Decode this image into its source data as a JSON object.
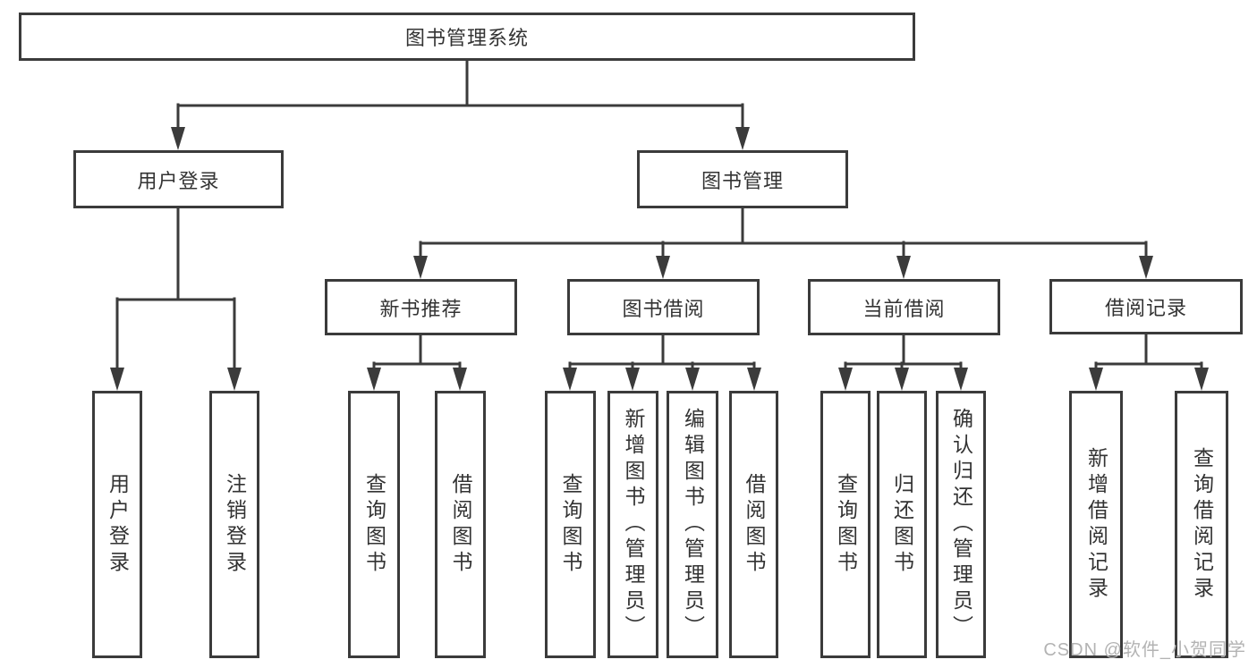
{
  "tree": {
    "label": "图书管理系统",
    "children": [
      {
        "label": "用户登录",
        "children": [
          {
            "label": "用户登录"
          },
          {
            "label": "注销登录"
          }
        ]
      },
      {
        "label": "图书管理",
        "children": [
          {
            "label": "新书推荐",
            "children": [
              {
                "label": "查询图书"
              },
              {
                "label": "借阅图书"
              }
            ]
          },
          {
            "label": "图书借阅",
            "children": [
              {
                "label": "查询图书"
              },
              {
                "label": "新增图书（管理员）"
              },
              {
                "label": "编辑图书（管理员）"
              },
              {
                "label": "借阅图书"
              }
            ]
          },
          {
            "label": "当前借阅",
            "children": [
              {
                "label": "查询图书"
              },
              {
                "label": "归还图书"
              },
              {
                "label": "确认归还（管理员）"
              }
            ]
          },
          {
            "label": "借阅记录",
            "children": [
              {
                "label": "新增借阅记录"
              },
              {
                "label": "查询借阅记录"
              }
            ]
          }
        ]
      }
    ]
  },
  "watermark": "CSDN @软件_小贺同学",
  "colors": {
    "line": "#3b3b3b",
    "text": "#333333",
    "box_bg": "#ffffff",
    "watermark": "#b3b3b3"
  }
}
